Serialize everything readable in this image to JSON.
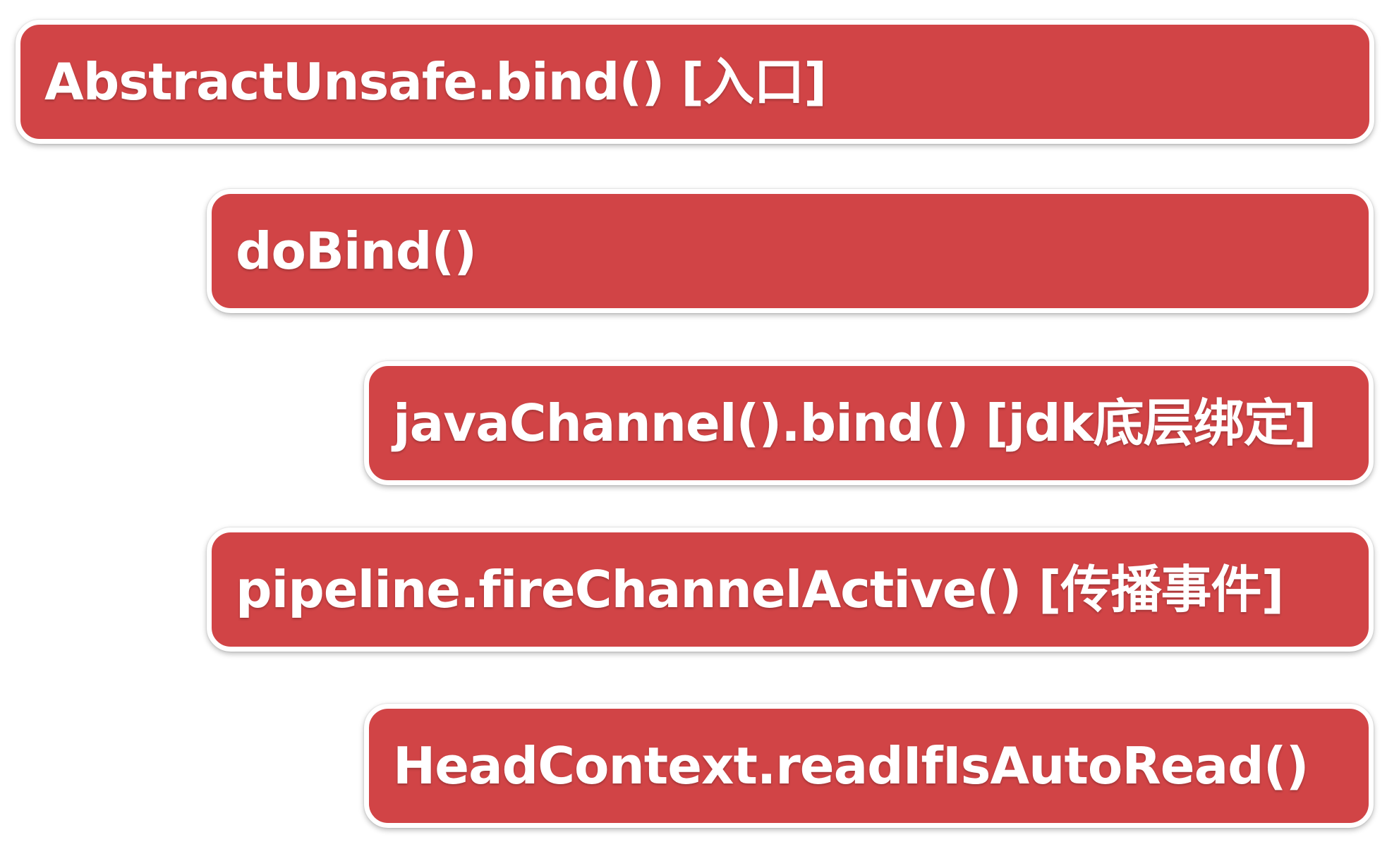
{
  "colors": {
    "box_fill": "#d14446",
    "box_border": "#ffffff",
    "text": "#ffffff",
    "background": "#ffffff"
  },
  "steps": [
    {
      "label": "AbstractUnsafe.bind() [入口]"
    },
    {
      "label": "doBind()"
    },
    {
      "label": "javaChannel().bind() [jdk底层绑定]"
    },
    {
      "label": "pipeline.fireChannelActive() [传播事件]"
    },
    {
      "label": "HeadContext.readIfIsAutoRead()"
    }
  ]
}
